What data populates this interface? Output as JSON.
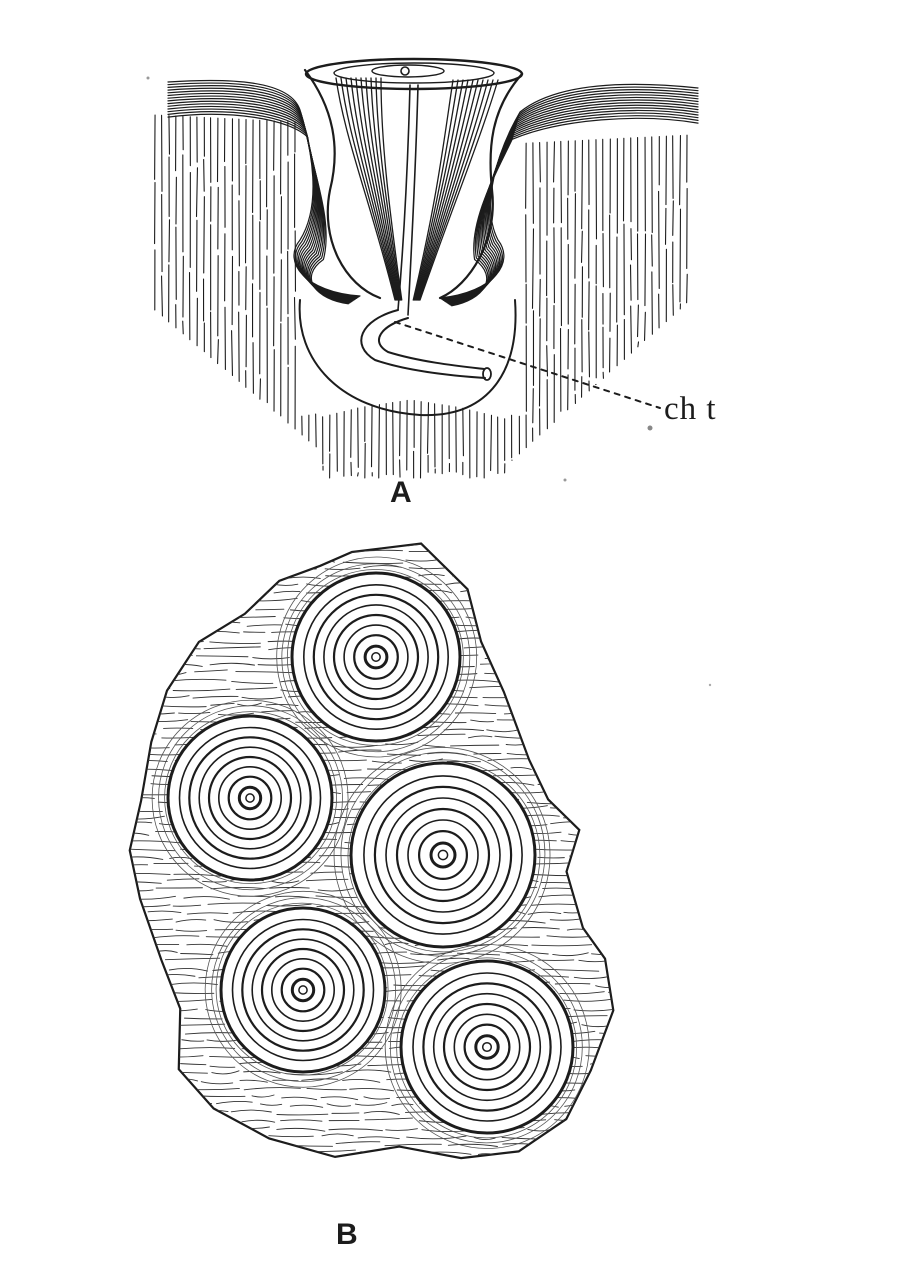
{
  "figure": {
    "panels": [
      {
        "id": "A",
        "label": "A",
        "annotation": "ch t"
      },
      {
        "id": "B",
        "label": "B"
      }
    ]
  },
  "colors": {
    "ink": "#1c1c1c",
    "paper": "#ffffff"
  }
}
